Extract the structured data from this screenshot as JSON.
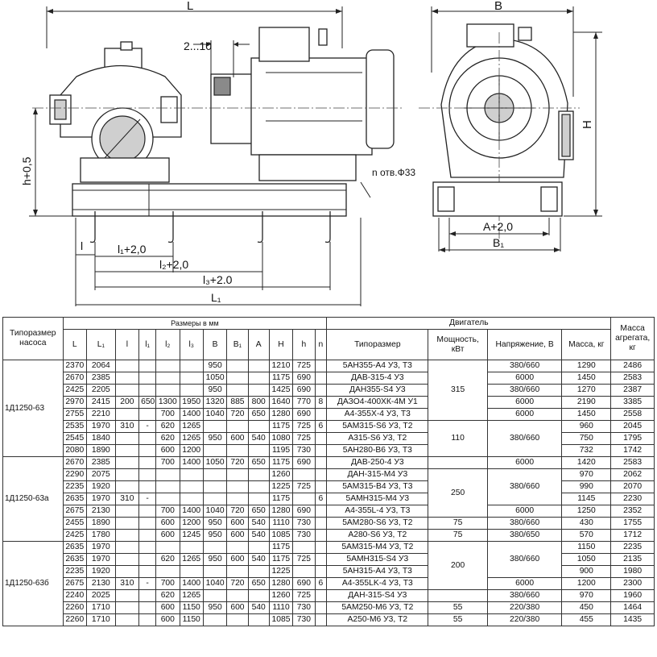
{
  "drawing": {
    "dims": {
      "L": "L",
      "B": "B",
      "H": "H",
      "h05": "h+0,5",
      "gap": "2...10",
      "holes": "n отв.Ф33",
      "l": "l",
      "l1": "l₁+2,0",
      "l2": "l₂+2,0",
      "l3": "l₃+2.0",
      "L1": "L₁",
      "A2": "A+2,0",
      "B1": "B₁"
    }
  },
  "table": {
    "headers": {
      "pump_type": "Типоразмер насоса",
      "dims_group": "Размеры в мм",
      "motor_group": "Двигатель",
      "mass_unit": "Масса агрегата, кг",
      "L": "L",
      "L1": "L₁",
      "l": "l",
      "l1": "l₁",
      "l2": "l₂",
      "l3": "l₃",
      "B": "B",
      "B1": "B₁",
      "A": "A",
      "H": "H",
      "h": "h",
      "n": "n",
      "motor_type": "Типоразмер",
      "power": "Мощность, кВт",
      "voltage": "Напряжение, В",
      "motor_mass": "Масса, кг"
    },
    "pumps": [
      {
        "name": "1Д1250-63",
        "rows": [
          {
            "L": "2370",
            "L1": "2064",
            "B": "950",
            "H": "1210",
            "h": "725",
            "motor": "5АН355-А4 У3, Т3",
            "V": "380/660",
            "mm": "1290",
            "m": "2486"
          },
          {
            "L": "2670",
            "L1": "2385",
            "B": "1050",
            "H": "1175",
            "h": "690",
            "motor": "ДАВ-315-4 У3",
            "V": "6000",
            "mm": "1450",
            "m": "2583"
          },
          {
            "L": "2425",
            "L1": "2205",
            "B": "950",
            "H": "1425",
            "h": "690",
            "motor": "ДАН355-S4 У3",
            "V": "380/660",
            "mm": "1270",
            "m": "2387"
          },
          {
            "L": "2970",
            "L1": "2415",
            "l": "200",
            "l1": "650",
            "l2": "1300",
            "l3": "1950",
            "B": "1320",
            "B1": "885",
            "A": "800",
            "H": "1640",
            "h": "770",
            "n": "8",
            "motor": "ДАЗО4-400ХК-4М У1",
            "V": "6000",
            "mm": "2190",
            "m": "3385"
          },
          {
            "L": "2755",
            "L1": "2210",
            "l2": "700",
            "l3": "1400",
            "B": "1040",
            "B1": "720",
            "A": "650",
            "H": "1280",
            "h": "690",
            "motor": "А4-355Х-4 У3, Т3",
            "V": "6000",
            "mm": "1450",
            "m": "2558"
          },
          {
            "L": "2535",
            "L1": "1970",
            "l": "310",
            "l1": "-",
            "l2": "620",
            "l3": "1265",
            "H": "1175",
            "h": "725",
            "n": "6",
            "motor": "5АМ315-S6 У3, Т2",
            "mm": "960",
            "m": "2045"
          },
          {
            "L": "2545",
            "L1": "1840",
            "l2": "620",
            "l3": "1265",
            "B": "950",
            "B1": "600",
            "A": "540",
            "H": "1080",
            "h": "725",
            "motor": "А315-S6 У3, Т2",
            "mm": "750",
            "m": "1795"
          },
          {
            "L": "2080",
            "L1": "1890",
            "l2": "600",
            "l3": "1200",
            "H": "1195",
            "h": "730",
            "motor": "5АН280-В6 У3, Т3",
            "mm": "732",
            "m": "1742"
          }
        ]
      },
      {
        "name": "1Д1250-63а",
        "rows": [
          {
            "L": "2670",
            "L1": "2385",
            "l2": "700",
            "l3": "1400",
            "B": "1050",
            "B1": "720",
            "A": "650",
            "H": "1175",
            "h": "690",
            "motor": "ДАВ-250-4 У3",
            "V": "6000",
            "mm": "1420",
            "m": "2583"
          },
          {
            "L": "2290",
            "L1": "2075",
            "H": "1260",
            "motor": "ДАН-315-М4 У3",
            "mm": "970",
            "m": "2062"
          },
          {
            "L": "2235",
            "L1": "1920",
            "H": "1225",
            "h": "725",
            "motor": "5АМ315-В4 У3, Т3",
            "mm": "990",
            "m": "2070"
          },
          {
            "L": "2635",
            "L1": "1970",
            "l": "310",
            "l1": "-",
            "H": "1175",
            "n": "6",
            "motor": "5АМН315-М4 У3",
            "mm": "1145",
            "m": "2230"
          },
          {
            "L": "2675",
            "L1": "2130",
            "l2": "700",
            "l3": "1400",
            "B": "1040",
            "B1": "720",
            "A": "650",
            "H": "1280",
            "h": "690",
            "motor": "А4-355L-4 У3, Т3",
            "V": "6000",
            "mm": "1250",
            "m": "2352"
          },
          {
            "L": "2455",
            "L1": "1890",
            "l2": "600",
            "l3": "1200",
            "B": "950",
            "B1": "600",
            "A": "540",
            "H": "1110",
            "h": "730",
            "motor": "5АМ280-S6 У3, Т2",
            "P": "75",
            "V": "380/660",
            "mm": "430",
            "m": "1755"
          },
          {
            "L": "2425",
            "L1": "1780",
            "l2": "600",
            "l3": "1245",
            "B": "950",
            "B1": "600",
            "A": "540",
            "H": "1085",
            "h": "730",
            "motor": "А280-S6 У3, Т2",
            "P": "75",
            "V": "380/650",
            "mm": "570",
            "m": "1712"
          }
        ]
      },
      {
        "name": "1Д1250-63б",
        "rows": [
          {
            "L": "2635",
            "L1": "1970",
            "H": "1175",
            "motor": "5АМ315-М4 У3, Т2",
            "mm": "1150",
            "m": "2235"
          },
          {
            "L": "2635",
            "L1": "1970",
            "l2": "620",
            "l3": "1265",
            "B": "950",
            "B1": "600",
            "A": "540",
            "H": "1175",
            "h": "725",
            "motor": "5АМН315-S4 У3",
            "mm": "1050",
            "m": "2135"
          },
          {
            "L": "2235",
            "L1": "1920",
            "H": "1225",
            "motor": "5АН315-А4 У3, Т3",
            "mm": "900",
            "m": "1980"
          },
          {
            "L": "2675",
            "L1": "2130",
            "l": "310",
            "l1": "-",
            "l2": "700",
            "l3": "1400",
            "B": "1040",
            "B1": "720",
            "A": "650",
            "H": "1280",
            "h": "690",
            "n": "6",
            "motor": "А4-355LK-4 У3, Т3",
            "V": "6000",
            "mm": "1200",
            "m": "2300"
          },
          {
            "L": "2240",
            "L1": "2025",
            "l2": "620",
            "l3": "1265",
            "H": "1260",
            "h": "725",
            "motor": "ДАН-315-S4 У3",
            "V": "380/660",
            "mm": "970",
            "m": "1960"
          },
          {
            "L": "2260",
            "L1": "1710",
            "l2": "600",
            "l3": "1150",
            "B": "950",
            "B1": "600",
            "A": "540",
            "H": "1110",
            "h": "730",
            "motor": "5АМ250-М6 У3, Т2",
            "P": "55",
            "V": "220/380",
            "mm": "450",
            "m": "1464"
          },
          {
            "L": "2260",
            "L1": "1710",
            "l2": "600",
            "l3": "1150",
            "H": "1085",
            "h": "730",
            "motor": "А250-М6 У3, Т2",
            "P": "55",
            "V": "220/380",
            "mm": "455",
            "m": "1435"
          }
        ]
      }
    ],
    "merged": {
      "p1_power_top": "315",
      "p1_power_bot": "110",
      "p1_volt_bot": "380/660",
      "p2_power": "250",
      "p2_volt": "380/660",
      "p3_power": "200",
      "p3_volt": "380/660"
    }
  }
}
